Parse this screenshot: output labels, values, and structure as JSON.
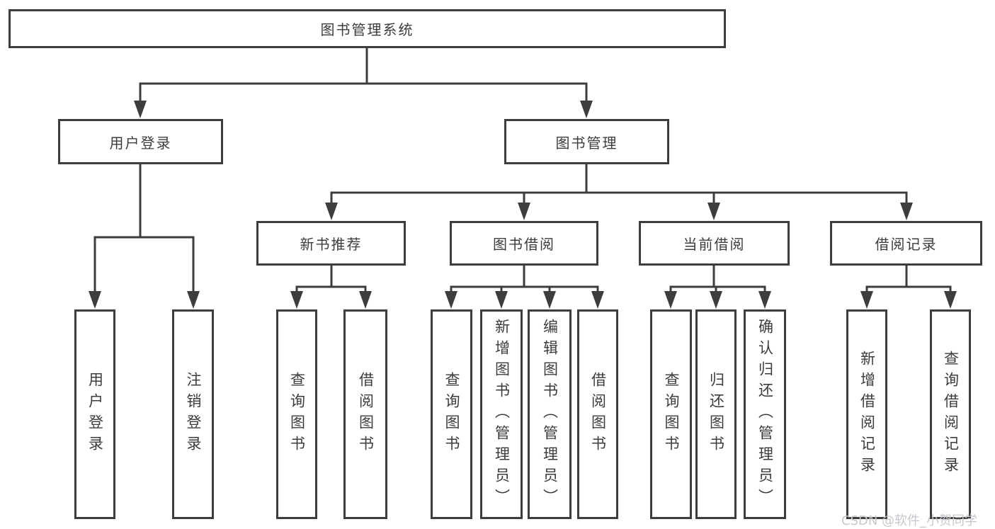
{
  "tree": {
    "root": {
      "label": "图书管理系统",
      "children": [
        {
          "label": "用户登录",
          "children": [
            {
              "label": "用户登录"
            },
            {
              "label": "注销登录"
            }
          ]
        },
        {
          "label": "图书管理",
          "children": [
            {
              "label": "新书推荐",
              "children": [
                {
                  "label": "查询图书"
                },
                {
                  "label": "借阅图书"
                }
              ]
            },
            {
              "label": "图书借阅",
              "children": [
                {
                  "label": "查询图书"
                },
                {
                  "label": "新增图书（管理员）"
                },
                {
                  "label": "编辑图书（管理员）"
                },
                {
                  "label": "借阅图书"
                }
              ]
            },
            {
              "label": "当前借阅",
              "children": [
                {
                  "label": "查询图书"
                },
                {
                  "label": "归还图书"
                },
                {
                  "label": "确认归还（管理员）"
                }
              ]
            },
            {
              "label": "借阅记录",
              "children": [
                {
                  "label": "新增借阅记录"
                },
                {
                  "label": "查询借阅记录"
                }
              ]
            }
          ]
        }
      ]
    }
  },
  "watermark": {
    "text": "CSDN @软件_小贺同学"
  },
  "colors": {
    "line": "#3d3d3d",
    "text": "#3c3c3c",
    "watermark": "#c5c8cd",
    "background": "#ffffff"
  }
}
